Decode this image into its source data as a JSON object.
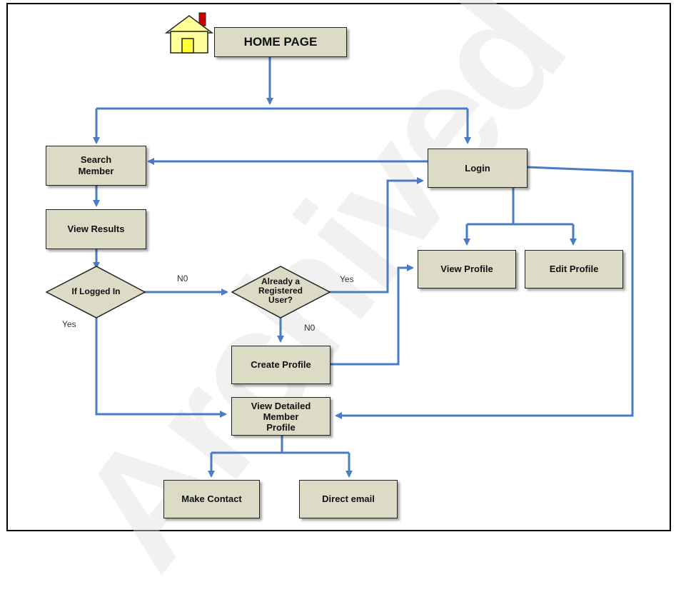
{
  "watermark": "Archived",
  "nodes": {
    "home_page": "HOME PAGE",
    "search_member": "Search Member",
    "login": "Login",
    "view_results": "View Results",
    "if_logged_in": "If Logged In",
    "already_registered": "Already a Registered User?",
    "view_profile": "View Profile",
    "edit_profile": "Edit Profile",
    "create_profile": "Create Profile",
    "view_detailed_member_profile": "View Detailed Member Profile",
    "make_contact": "Make Contact",
    "direct_email": "Direct email"
  },
  "edge_labels": {
    "no_1": "N0",
    "yes_1": "Yes",
    "yes_2": "Yes",
    "no_2": "N0"
  },
  "colors": {
    "arrow": "#4a7cc6",
    "box_fill": "#dcdcc6",
    "house_yellow": "#ffff99",
    "chimney_red": "#cc0000"
  }
}
